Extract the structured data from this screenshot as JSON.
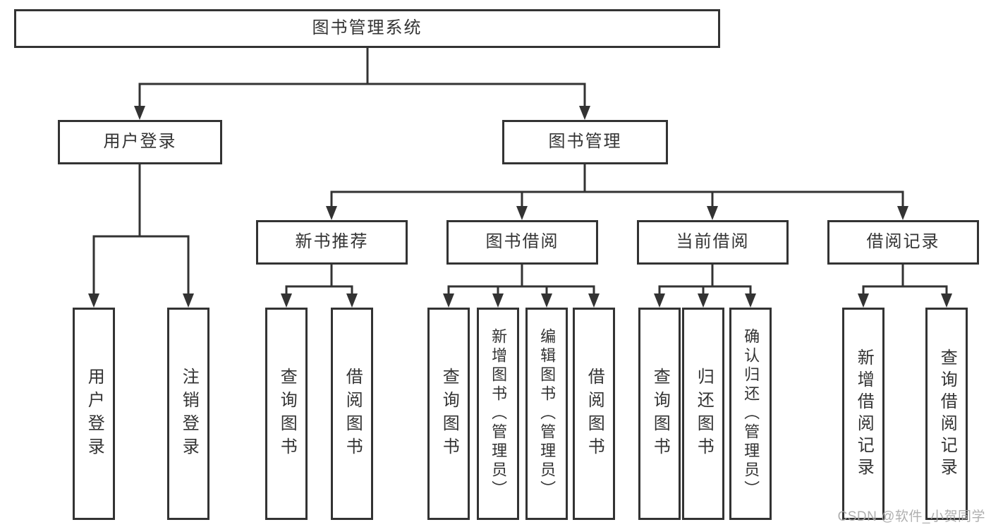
{
  "diagram": {
    "title": "图书管理系统",
    "watermark": "CSDN @软件_小贺同学",
    "colors": {
      "line": "#333333",
      "box_border": "#333333",
      "text": "#333333",
      "watermark_text": "#a9a9a9",
      "background": "#ffffff"
    },
    "nodes": {
      "root": {
        "label": "图书管理系统"
      },
      "user_login": {
        "label": "用户登录"
      },
      "book_mgmt": {
        "label": "图书管理"
      },
      "new_book_rec": {
        "label": "新书推荐"
      },
      "book_borrow": {
        "label": "图书借阅"
      },
      "current_borrow": {
        "label": "当前借阅"
      },
      "borrow_records": {
        "label": "借阅记录"
      },
      "leaf_user_login": {
        "label": "用户登录"
      },
      "leaf_logout": {
        "label": "注销登录"
      },
      "leaf_query_book_1": {
        "label": "查询图书"
      },
      "leaf_borrow_book_1": {
        "label": "借阅图书"
      },
      "leaf_query_book_2": {
        "label": "查询图书"
      },
      "leaf_add_book": {
        "label": "新增图书（管理员）"
      },
      "leaf_edit_book": {
        "label": "编辑图书（管理员）"
      },
      "leaf_borrow_book_2": {
        "label": "借阅图书"
      },
      "leaf_query_book_3": {
        "label": "查询图书"
      },
      "leaf_return_book": {
        "label": "归还图书"
      },
      "leaf_confirm_return": {
        "label": "确认归还（管理员）"
      },
      "leaf_add_record": {
        "label": "新增借阅记录"
      },
      "leaf_query_record": {
        "label": "查询借阅记录"
      }
    },
    "hierarchy": {
      "root": [
        "user_login",
        "book_mgmt"
      ],
      "user_login": [
        "leaf_user_login",
        "leaf_logout"
      ],
      "book_mgmt": [
        "new_book_rec",
        "book_borrow",
        "current_borrow",
        "borrow_records"
      ],
      "new_book_rec": [
        "leaf_query_book_1",
        "leaf_borrow_book_1"
      ],
      "book_borrow": [
        "leaf_query_book_2",
        "leaf_add_book",
        "leaf_edit_book",
        "leaf_borrow_book_2"
      ],
      "current_borrow": [
        "leaf_query_book_3",
        "leaf_return_book",
        "leaf_confirm_return"
      ],
      "borrow_records": [
        "leaf_add_record",
        "leaf_query_record"
      ]
    }
  }
}
